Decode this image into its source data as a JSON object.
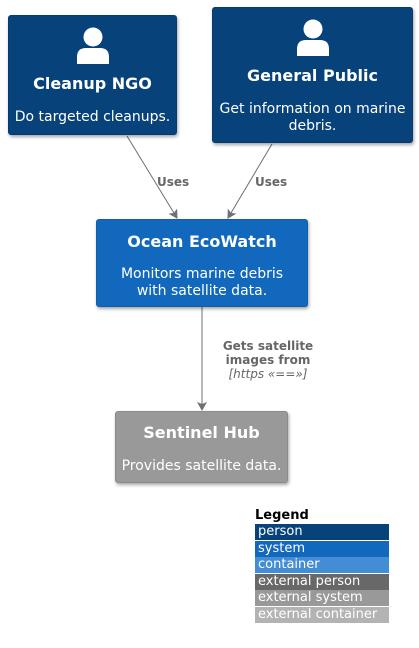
{
  "nodes": {
    "cleanup_ngo": {
      "title": "Cleanup NGO",
      "description": "Do targeted cleanups."
    },
    "general_public": {
      "title": "General Public",
      "description": "Get information on marine debris."
    },
    "ocean_ecowatch": {
      "title": "Ocean EcoWatch",
      "description": "Monitors marine debris with satellite data."
    },
    "sentinel_hub": {
      "title": "Sentinel Hub",
      "description": "Provides satellite data."
    }
  },
  "edges": {
    "ngo_uses": "Uses",
    "public_uses": "Uses",
    "gets_images": "Gets satellite images from",
    "gets_images_tech": "[https «==»]"
  },
  "legend": {
    "title": "Legend",
    "items": [
      {
        "label": "person",
        "bg": "#08427b",
        "fg": "#ffffff"
      },
      {
        "label": "system",
        "bg": "#1168bd",
        "fg": "#ffffff"
      },
      {
        "label": "container",
        "bg": "#438dd5",
        "fg": "#ffffff"
      },
      {
        "label": "external person",
        "bg": "#686868",
        "fg": "#ffffff"
      },
      {
        "label": "external system",
        "bg": "#999999",
        "fg": "#ffffff"
      },
      {
        "label": "external container",
        "bg": "#b3b3b3",
        "fg": "#ffffff"
      }
    ]
  },
  "colors": {
    "person": "#08427b",
    "system": "#1168bd",
    "external_system": "#999999",
    "edge": "#707070",
    "edge_label": "#666666"
  }
}
